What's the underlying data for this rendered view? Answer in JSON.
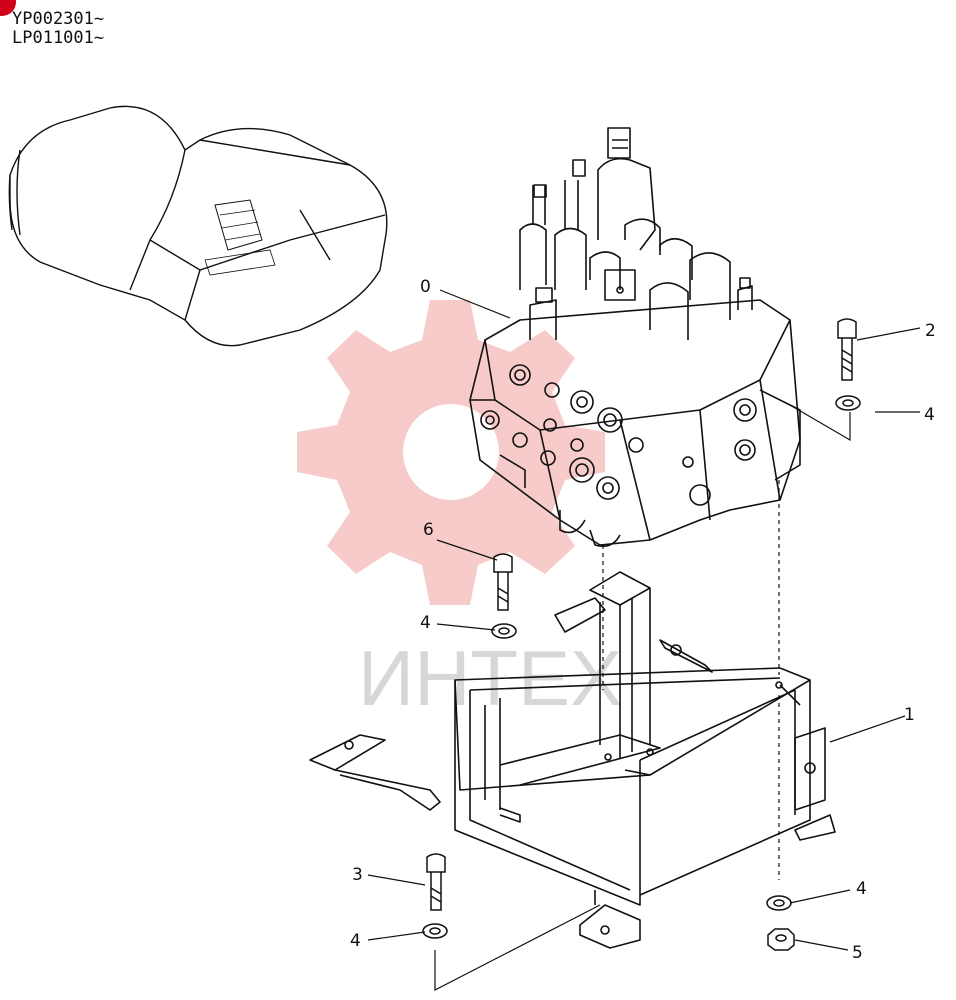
{
  "header": {
    "serials": [
      "YP002301~",
      "LP011001~"
    ]
  },
  "watermark": {
    "text": "ИНТЕХ",
    "gear_color": "#f2a0a0",
    "text_color": "#d7d7d7"
  },
  "callouts": [
    {
      "id": "c0",
      "label": "0"
    },
    {
      "id": "c1",
      "label": "1"
    },
    {
      "id": "c2",
      "label": "2"
    },
    {
      "id": "c3",
      "label": "3"
    },
    {
      "id": "c4a",
      "label": "4"
    },
    {
      "id": "c4b",
      "label": "4"
    },
    {
      "id": "c4c",
      "label": "4"
    },
    {
      "id": "c4d",
      "label": "4"
    },
    {
      "id": "c5",
      "label": "5"
    },
    {
      "id": "c6",
      "label": "6"
    }
  ],
  "colors": {
    "line": "#111111",
    "corner_badge": "#d0021b"
  }
}
